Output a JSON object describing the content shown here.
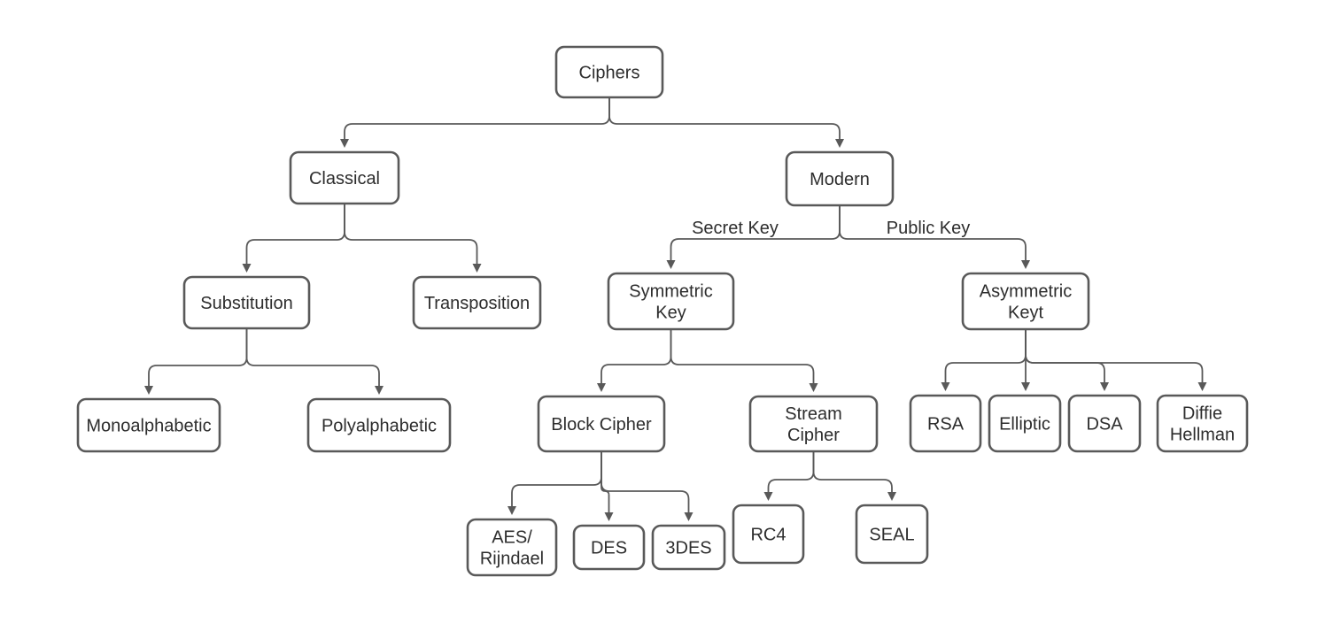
{
  "diagram": {
    "background": "#ffffff",
    "colors": {
      "node_border": "#595959",
      "node_fill": "#ffffff",
      "connector": "#595959",
      "arrowhead": "#595959",
      "text": "#2d2d2d",
      "edge_label_text": "#2d2d2d"
    },
    "nodes": [
      {
        "id": "ciphers",
        "label": "Ciphers"
      },
      {
        "id": "classical",
        "label": "Classical"
      },
      {
        "id": "modern",
        "label": "Modern"
      },
      {
        "id": "substitution",
        "label": "Substitution"
      },
      {
        "id": "transposition",
        "label": "Transposition"
      },
      {
        "id": "monoalphabetic",
        "label": "Monoalphabetic"
      },
      {
        "id": "polyalphabetic",
        "label": "Polyalphabetic"
      },
      {
        "id": "symmetric_key",
        "lines": [
          "Symmetric",
          "Key"
        ]
      },
      {
        "id": "asymmetric_key",
        "lines": [
          "Asymmetric",
          "Keyt"
        ]
      },
      {
        "id": "block_cipher",
        "label": "Block Cipher"
      },
      {
        "id": "stream_cipher",
        "lines": [
          "Stream",
          "Cipher"
        ]
      },
      {
        "id": "aes_rijndael",
        "lines": [
          "AES/",
          "Rijndael"
        ]
      },
      {
        "id": "des",
        "label": "DES"
      },
      {
        "id": "triple_des",
        "label": "3DES"
      },
      {
        "id": "rc4",
        "label": "RC4"
      },
      {
        "id": "seal",
        "label": "SEAL"
      },
      {
        "id": "rsa",
        "label": "RSA"
      },
      {
        "id": "elliptic",
        "label": "Elliptic"
      },
      {
        "id": "dsa",
        "label": "DSA"
      },
      {
        "id": "diffie_hellman",
        "lines": [
          "Diffie",
          "Hellman"
        ]
      }
    ],
    "edges": [
      {
        "from": "ciphers",
        "to": "classical"
      },
      {
        "from": "ciphers",
        "to": "modern"
      },
      {
        "from": "classical",
        "to": "substitution"
      },
      {
        "from": "classical",
        "to": "transposition"
      },
      {
        "from": "modern",
        "to": "symmetric_key",
        "label": "Secret Key"
      },
      {
        "from": "modern",
        "to": "asymmetric_key",
        "label": "Public Key"
      },
      {
        "from": "substitution",
        "to": "monoalphabetic"
      },
      {
        "from": "substitution",
        "to": "polyalphabetic"
      },
      {
        "from": "symmetric_key",
        "to": "block_cipher"
      },
      {
        "from": "symmetric_key",
        "to": "stream_cipher"
      },
      {
        "from": "asymmetric_key",
        "to": "rsa"
      },
      {
        "from": "asymmetric_key",
        "to": "elliptic"
      },
      {
        "from": "asymmetric_key",
        "to": "dsa"
      },
      {
        "from": "asymmetric_key",
        "to": "diffie_hellman"
      },
      {
        "from": "block_cipher",
        "to": "aes_rijndael"
      },
      {
        "from": "block_cipher",
        "to": "des"
      },
      {
        "from": "block_cipher",
        "to": "triple_des"
      },
      {
        "from": "stream_cipher",
        "to": "rc4"
      },
      {
        "from": "stream_cipher",
        "to": "seal"
      }
    ]
  }
}
